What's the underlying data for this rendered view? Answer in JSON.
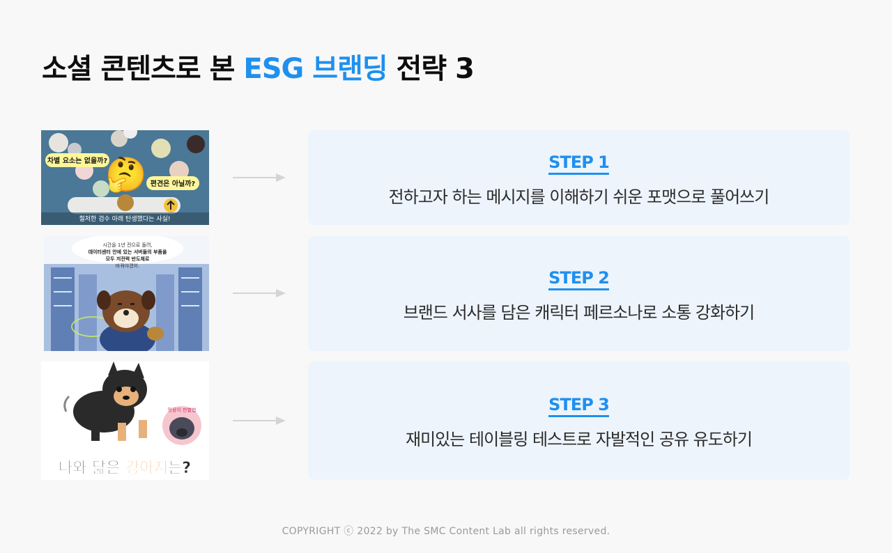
{
  "title": {
    "prefix": "소셜 콘텐츠로 본 ",
    "accent": "ESG 브랜딩",
    "suffix": " 전략 3"
  },
  "steps": [
    {
      "label": "STEP 1",
      "description": "전하고자 하는 메시지를 이해하기 쉬운 포맷으로 풀어쓰기",
      "thumbnail": {
        "bubble_left": "차별 요소는 없을까?",
        "bubble_right": "편견은 아닐까?",
        "caption": "철저한 검수 아래 탄생했다는 사실!",
        "emoji": "🤔"
      }
    },
    {
      "label": "STEP 2",
      "description": "브랜드 서사를 담은 캐릭터 페르소나로 소통 강화하기",
      "thumbnail": {
        "lines": [
          "시간을 1년 전으로 돌려,",
          "데이터센터 안에 있는 서버들의 부품을",
          "모두 저전력 반도체로",
          "바꿔야겠어."
        ]
      }
    },
    {
      "label": "STEP 3",
      "description": "재미있는 테이블링 테스트로 자발적인 공유 유도하기",
      "thumbnail": {
        "headline_prefix": "나와 닮은 ",
        "headline_accent": "강아지",
        "headline_suffix": "는?",
        "badge": "멍뭉이 판별법"
      }
    }
  ],
  "footer": "COPYRIGHT ⓒ 2022 by The SMC Content Lab all rights reserved.",
  "colors": {
    "accent": "#1e90f0",
    "card": "#edf4fc",
    "background": "#f8f8f8"
  }
}
